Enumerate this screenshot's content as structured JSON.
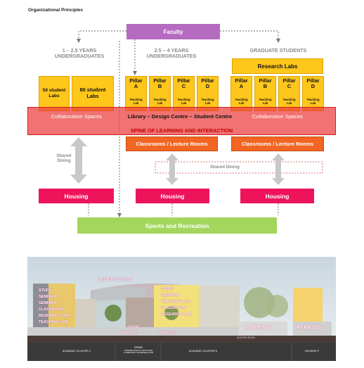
{
  "title": "Organizational Principles",
  "faculty": "Faculty",
  "groups": {
    "undergrad_1": "1 – 2.5 YEARS\nUNDERGRADUATES",
    "undergrad_2": "2.5 – 4 YEARS\nUNDERGRADUATES",
    "graduate": "GRADUATE STUDENTS"
  },
  "labs": {
    "lab50": "50 student\nLabs",
    "lab80": "80 student\nLabs",
    "research_labs": "Research Labs"
  },
  "pillars_undergrad": [
    {
      "name": "Pillar\nA",
      "sub": "Teaching\nLab"
    },
    {
      "name": "Pillar\nB",
      "sub": "Teaching\nLab"
    },
    {
      "name": "Pillar\nC",
      "sub": "Teaching\nLab"
    },
    {
      "name": "Pillar\nD",
      "sub": "Teaching\nLab"
    }
  ],
  "pillars_grad": [
    {
      "name": "Pillar\nA",
      "sub": "Teaching\nLab"
    },
    {
      "name": "Pillar\nB",
      "sub": "Teaching\nLab"
    },
    {
      "name": "Pillar\nC",
      "sub": "Teaching\nLab"
    },
    {
      "name": "Pillar\nD",
      "sub": "Teaching\nLab"
    }
  ],
  "spine": {
    "collab_left": "Collaboration Spaces",
    "library": "Library – Design Centre – Student Centre",
    "collab_right": "Collaboration Spaces",
    "label": "SPINE OF LEARNING AND INTERACTION"
  },
  "classrooms": {
    "mid": "Classrooms / Lecture Rooms",
    "right": "Classrooms / Lecture Rooms"
  },
  "shared_dining": {
    "left": "Shared\nDining",
    "center": "Shared Dining"
  },
  "housing": [
    "Housing",
    "Housing",
    "Housing"
  ],
  "sports": "Sports and Recreation",
  "rendering": {
    "design_centre": "DESIGN CENTRE",
    "floor_labels_a": [
      "STUDY",
      "SEMINAR",
      "SEMINAR",
      "CLASSROOM",
      "RESEARCH LAB",
      "TEACHING LAB"
    ],
    "floor_labels_b": [
      "STUDY",
      "SEMINAR",
      "TEACHING LAB",
      "CLASSROOM",
      "RESEARCH LAB"
    ],
    "spine_label": "SPINE",
    "parking": [
      "PARKING",
      "PARKING",
      "PARKING",
      "PARKING"
    ],
    "footer": {
      "cluster_c": "ACADEMIC CLUSTER C",
      "spine": "SPINE",
      "spine_sub": "CONNECTION TO ARTS AND\nCOMMUNITY BUSINESS HUB",
      "cluster_d": "ACADEMIC CLUSTER D",
      "housing_p": "HOUSING P"
    },
    "access_road": "ACCESS ROAD"
  }
}
